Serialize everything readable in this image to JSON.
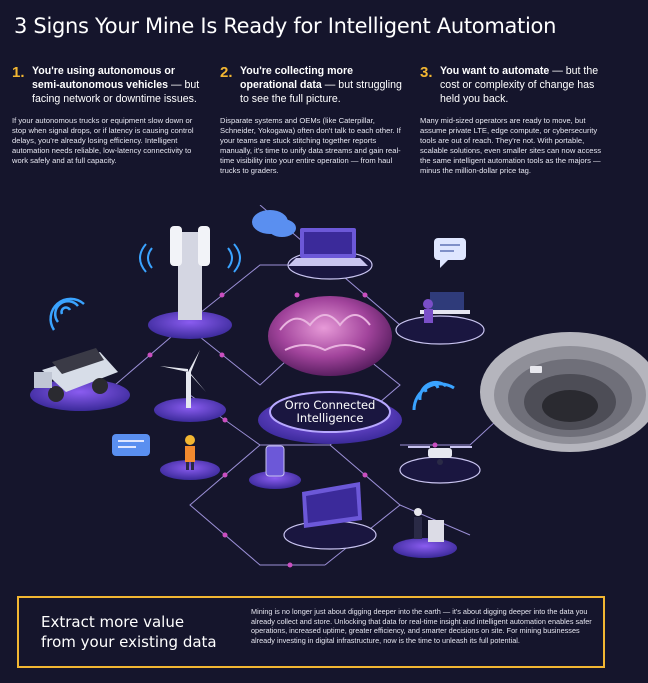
{
  "title": "3 Signs Your Mine Is Ready for Intelligent Automation",
  "signs": [
    {
      "number": "1.",
      "heading_bold": "You're using autonomous or semi-autonomous vehicles",
      "heading_rest": " — but facing network or downtime issues.",
      "body": "If your autonomous trucks or equipment slow down or stop when signal drops, or if latency is causing control delays, you're already losing efficiency. Intelligent automation needs reliable, low-latency connectivity to work safely and at full capacity."
    },
    {
      "number": "2.",
      "heading_bold": "You're collecting more operational data",
      "heading_rest": " — but struggling to see the full picture.",
      "body": "Disparate systems and OEMs (like Caterpillar, Schneider, Yokogawa) often don't talk to each other. If your teams are stuck stitching together reports manually, it's time to unify data streams and gain real-time visibility into your entire operation — from haul trucks to graders."
    },
    {
      "number": "3.",
      "heading_bold": "You want to automate",
      "heading_rest": " — but the cost or complexity of change has held you back.",
      "body": "Many mid-sized operators are ready to move, but assume private LTE, edge compute, or cybersecurity tools are out of reach. They're not. With portable, scalable solutions, even smaller sites can now access the same intelligent automation tools as the majors — minus the million-dollar price tag."
    }
  ],
  "hub_label_line1": "Orro Connected",
  "hub_label_line2": "Intelligence",
  "bottom": {
    "tagline_line1": "Extract more value",
    "tagline_line2": "from your existing data",
    "text": "Mining is no longer just about digging deeper into the earth — it's about digging deeper into the data you already collect and store. Unlocking that data for real-time insight and intelligent automation enables safer operations, increased uptime, greater efficiency, and smarter decisions on site. For mining businesses already investing in digital infrastructure, now is the time to unleash its full potential."
  },
  "colors": {
    "background": "#15152c",
    "accent": "#f2b632",
    "platform": "#6c3fd6",
    "connector": "#c94fc0"
  }
}
